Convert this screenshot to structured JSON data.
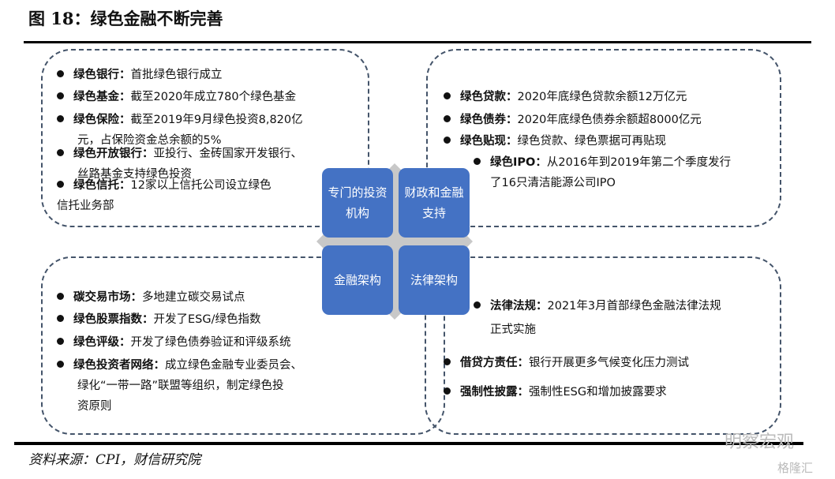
{
  "title": "图 18：绿色金融不断完善",
  "center": {
    "tl": "专门的投资机构",
    "tr": "财政和金融支持",
    "bl": "金融架构",
    "br": "法律架构"
  },
  "top_left": [
    {
      "k": "绿色银行：",
      "v": "首批绿色银行成立"
    },
    {
      "k": "绿色基金：",
      "v": "截至2020年成立780个绿色基金"
    },
    {
      "k": "绿色保险：",
      "v": "截至2019年9月绿色投资8,820亿",
      "v2": "元，占保险资金总余额的5%"
    },
    {
      "k": "绿色开放银行：",
      "v": "亚投行、金砖国家开发银行、",
      "v2": "丝路基金支持绿色投资"
    },
    {
      "k": "绿色信托：",
      "v": "12家以上信托公司设立绿色",
      "v2": "信托业务部"
    }
  ],
  "top_right": [
    {
      "k": "绿色贷款：",
      "v": "2020年底绿色贷款余额12万亿元"
    },
    {
      "k": "绿色债券：",
      "v": "2020年底绿色债券余额超8000亿元"
    },
    {
      "k": "绿色贴现：",
      "v": "绿色贷款、绿色票据可再贴现"
    },
    {
      "k": "绿色IPO：",
      "v": "从2016年到2019年第二个季度发行",
      "v2": "了16只清洁能源公司IPO"
    }
  ],
  "bottom_left": [
    {
      "k": "碳交易市场：",
      "v": "多地建立碳交易试点"
    },
    {
      "k": "绿色股票指数：",
      "v": "开发了ESG/绿色指数"
    },
    {
      "k": "绿色评级：",
      "v": "开发了绿色债券验证和评级系统"
    },
    {
      "k": "绿色投资者网络：",
      "v": "成立绿色金融专业委员会、",
      "v2": "绿化“一带一路”联盟等组织，制定绿色投",
      "v3": "资原则"
    }
  ],
  "bottom_right": [
    {
      "k": "法律法规：",
      "v": "2021年3月首部绿色金融法律法规",
      "v2": "正式实施"
    },
    {
      "k": "借贷方责任：",
      "v": "银行开展更多气候变化压力测试"
    },
    {
      "k": "强制性披露：",
      "v": "强制性ESG和增加披露要求"
    }
  ],
  "source": "资料来源：CPI，财信研究院",
  "watermarks": [
    "明察宏观",
    "格隆汇"
  ]
}
